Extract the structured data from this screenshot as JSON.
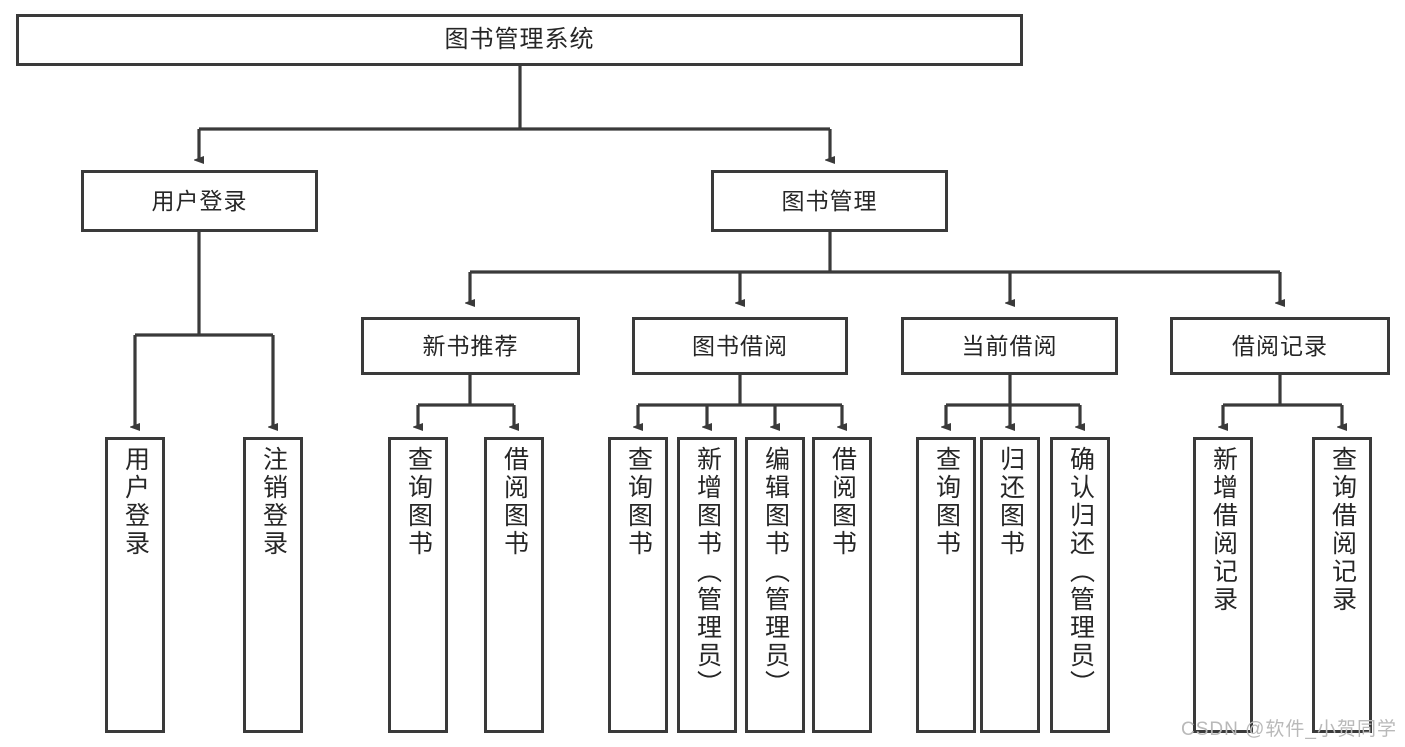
{
  "diagram": {
    "type": "tree",
    "title": "图书管理系统",
    "colors": {
      "box_border": "#3a3a3a",
      "box_fill": "#ffffff",
      "connector": "#3a3a3a",
      "text": "#262626",
      "watermark": "#b9b9b9"
    },
    "nodes": {
      "root": {
        "label": "图书管理系统"
      },
      "level2": [
        {
          "label": "用户登录"
        },
        {
          "label": "图书管理"
        }
      ],
      "level3": [
        {
          "label": "新书推荐"
        },
        {
          "label": "图书借阅"
        },
        {
          "label": "当前借阅"
        },
        {
          "label": "借阅记录"
        }
      ],
      "leaves": {
        "user_login": [
          {
            "label": "用户登录"
          },
          {
            "label": "注销登录"
          }
        ],
        "new_book_recommend": [
          {
            "label": "查询图书"
          },
          {
            "label": "借阅图书"
          }
        ],
        "book_borrow": [
          {
            "label": "查询图书"
          },
          {
            "label": "新增图书（管理员）"
          },
          {
            "label": "编辑图书（管理员）"
          },
          {
            "label": "借阅图书"
          }
        ],
        "current_borrow": [
          {
            "label": "查询图书"
          },
          {
            "label": "归还图书"
          },
          {
            "label": "确认归还（管理员）"
          }
        ],
        "borrow_record": [
          {
            "label": "新增借阅记录"
          },
          {
            "label": "查询借阅记录"
          }
        ]
      }
    },
    "watermark": "CSDN @软件_小贺同学"
  }
}
